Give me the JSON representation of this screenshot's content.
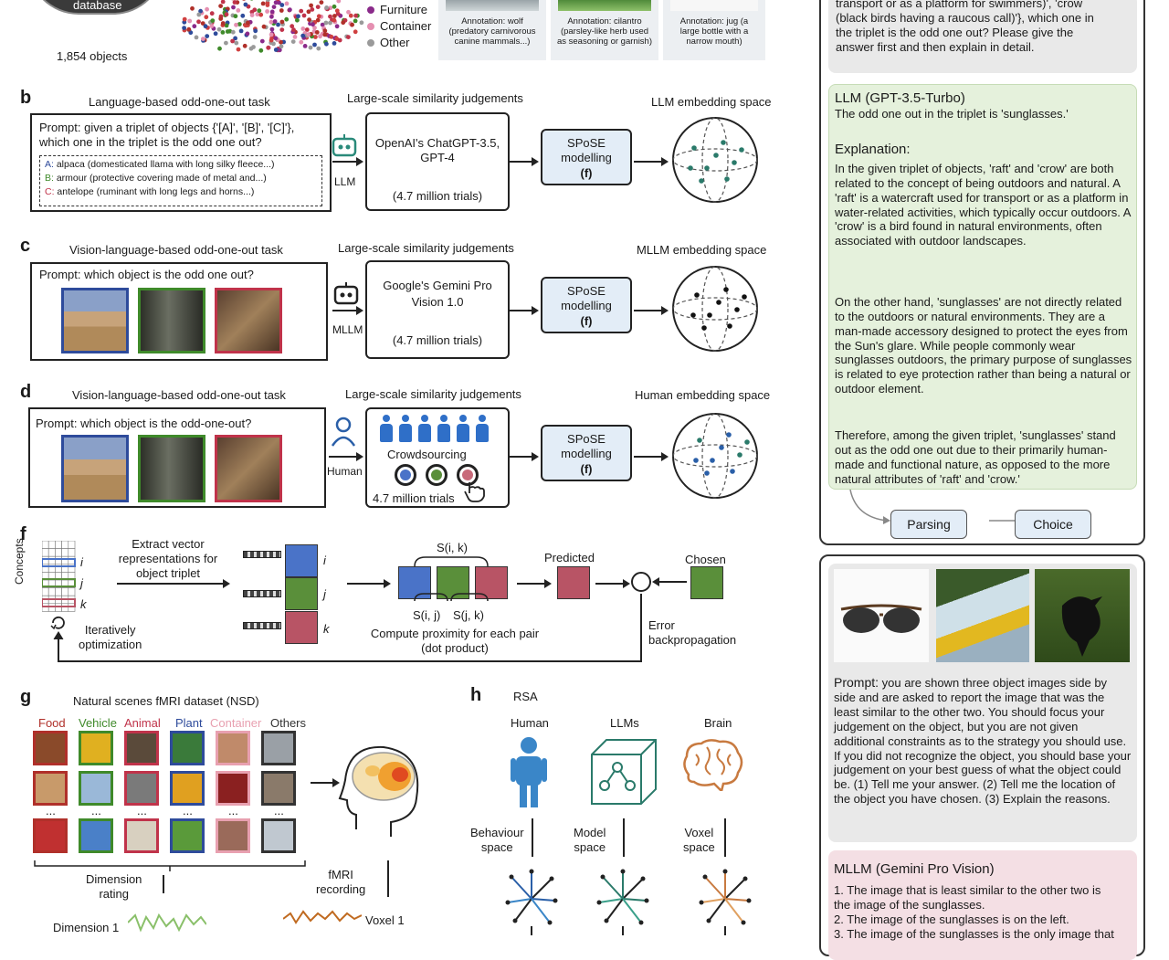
{
  "panel_a": {
    "database_label": "database",
    "objects_count": "1,854 objects",
    "legend": [
      {
        "label": "Furniture",
        "color": "#8a2a8a"
      },
      {
        "label": "Container",
        "color": "#e58fb1"
      },
      {
        "label": "Other",
        "color": "#9a9a9a"
      }
    ],
    "annotations": [
      "Annotation: wolf\n(predatory carnivorous\ncanine mammals...)",
      "Annotation: cilantro\n(parsley-like herb used\nas seasoning or garnish)",
      "Annotation: jug (a\nlarge bottle with a\nnarrow mouth)"
    ]
  },
  "panel_b": {
    "letter": "b",
    "task_title": "Language-based odd-one-out task",
    "judgement_title": "Large-scale similarity judgements",
    "space_title": "LLM embedding space",
    "prompt_line1": "Prompt: given a triplet of objects {'[A]', '[B]', '[C]'},",
    "prompt_line2": "which one in the triplet is the odd one out?",
    "options": [
      {
        "key": "A:",
        "text": " alpaca (domesticated llama with long silky fleece...)",
        "color": "#2e4b9b"
      },
      {
        "key": "B:",
        "text": " armour (protective covering made of metal and...)",
        "color": "#3f8a2a"
      },
      {
        "key": "C:",
        "text": " antelope (ruminant with long legs and horns...)",
        "color": "#c0334a"
      }
    ],
    "agent_label": "LLM",
    "judge_line1": "OpenAI's ChatGPT-3.5,",
    "judge_line2": "GPT-4",
    "trials": "(4.7 million trials)"
  },
  "panel_c": {
    "letter": "c",
    "task_title": "Vision-language-based odd-one-out task",
    "judgement_title": "Large-scale similarity judgements",
    "space_title": "MLLM embedding space",
    "prompt": "Prompt: which object is the odd one out?",
    "agent_label": "MLLM",
    "judge_line1": "Google's Gemini Pro",
    "judge_line2": "Vision 1.0",
    "trials": "(4.7 million trials)"
  },
  "panel_d": {
    "letter": "d",
    "task_title": "Vision-language-based odd-one-out task",
    "judgement_title": "Large-scale similarity judgements",
    "space_title": "Human embedding space",
    "prompt": "Prompt: which object is the odd-one-out?",
    "agent_label": "Human",
    "crowd_label": "Crowdsourcing",
    "trials": "4.7 million trials"
  },
  "spose": {
    "line1": "SPoSE",
    "line2": "modelling",
    "line3": "(f)"
  },
  "panel_f": {
    "letter": "f",
    "concepts_label": "Concepts",
    "extract_label": "Extract vector\nrepresentations for\nobject triplet",
    "ijk": [
      "i",
      "j",
      "k"
    ],
    "iterative_label": "Iteratively\noptimization",
    "sik": "S(i, k)",
    "sij": "S(i, j)",
    "sjk": "S(j, k)",
    "compute_label": "Compute proximity for each pair\n(dot product)",
    "predicted_label": "Predicted",
    "chosen_label": "Chosen",
    "error_label": "Error\nbackpropagation",
    "colors": {
      "blue": "#4a73c8",
      "green": "#5a8f3a",
      "red": "#b85465"
    }
  },
  "panel_g": {
    "letter": "g",
    "title": "Natural scenes fMRI dataset (NSD)",
    "categories": [
      {
        "label": "Food",
        "color": "#b0302a"
      },
      {
        "label": "Vehicle",
        "color": "#3f8a2a"
      },
      {
        "label": "Animal",
        "color": "#c0334a"
      },
      {
        "label": "Plant",
        "color": "#2e4b9b"
      },
      {
        "label": "Container",
        "color": "#e8a0b0"
      },
      {
        "label": "Others",
        "color": "#333333"
      }
    ],
    "dots": "...",
    "dimension_rating": "Dimension\nrating",
    "fmri_recording": "fMRI\nrecording",
    "dimension1": "Dimension 1",
    "voxel1": "Voxel 1"
  },
  "panel_h": {
    "letter": "h",
    "title": "RSA",
    "columns": [
      {
        "header": "Human",
        "space": "Behaviour\nspace"
      },
      {
        "header": "LLMs",
        "space": "Model\nspace"
      },
      {
        "header": "Brain",
        "space": "Voxel\nspace"
      }
    ]
  },
  "right_top": {
    "question_tail": "transport or as a platform for swimmers)', 'crow\n(black birds having a raucous call)'}, which one in\nthe triplet is the odd one out? Please give the\nanswer first and then explain in detail.",
    "llm_title": "LLM (GPT-3.5-Turbo)",
    "llm_answer": "The odd one out in the triplet is 'sunglasses.'",
    "explanation_title": "Explanation:",
    "para1": "In the given triplet of objects, 'raft' and 'crow' are both related to the concept of being outdoors and natural. A 'raft' is a watercraft used for transport or as a platform in water-related activities, which typically occur outdoors. A 'crow' is a bird found in natural environments, often associated with outdoor landscapes.",
    "para2": "On the other hand, 'sunglasses' are not directly related to the outdoors or natural environments. They are a man-made accessory designed to protect the eyes from the Sun's glare. While people commonly wear sunglasses outdoors, the primary purpose of sunglasses is related to eye protection rather than being a natural or outdoor element.",
    "para3": "Therefore, among the given triplet, 'sunglasses' stand out as the odd one out due to their primarily human-made and functional nature, as opposed to the more natural attributes of 'raft' and 'crow.'",
    "parsing": "Parsing",
    "choice": "Choice"
  },
  "right_bottom": {
    "prompt_label": "Prompt:",
    "prompt_text": " you are shown three object images side by side and are asked to report the image that was the least similar to the other two. You should focus your judgement on the object, but you are not given additional constraints as to the strategy you should use. If you did not recognize the object, you should base your judgement on your best guess of what the object could be. (1) Tell me your answer. (2) Tell me the location of the object you have chosen. (3) Explain the reasons.",
    "mllm_title": "MLLM (Gemini Pro Vision)",
    "mllm_lines": [
      "1. The image that is least similar to the other two is",
      "the image of the sunglasses.",
      "2. The image of the sunglasses is on the left.",
      "3. The image of the sunglasses is the only image that"
    ]
  }
}
